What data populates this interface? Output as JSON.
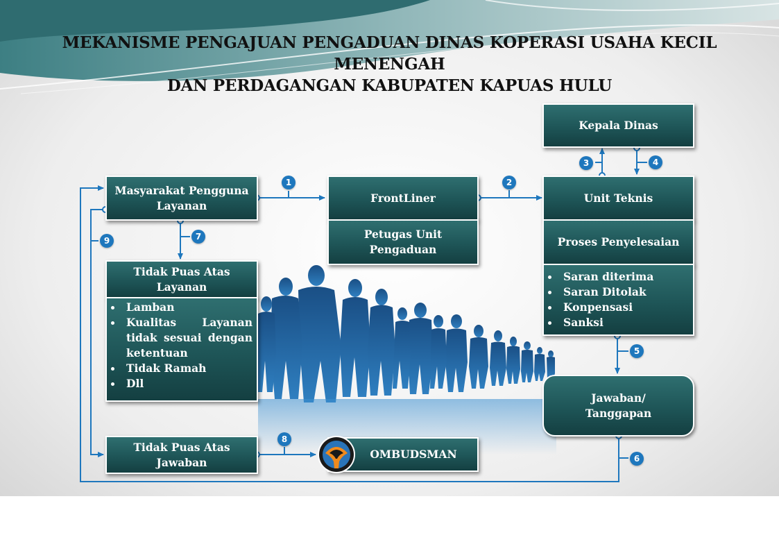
{
  "title": {
    "line1": "MEKANISME PENGAJUAN PENGADUAN DINAS KOPERASI USAHA KECIL MENENGAH",
    "line2": "DAN PERDAGANGAN KABUPATEN KAPUAS HULU"
  },
  "nodes": {
    "masyarakat": "Masyarakat Pengguna Layanan",
    "frontliner": "FrontLiner",
    "petugas": "Petugas Unit Pengaduan",
    "kepala": "Kepala Dinas",
    "unit_teknis": "Unit Teknis",
    "proses": "Proses Penyelesaian",
    "hasil": [
      "Saran diterima",
      "Saran Ditolak",
      "Konpensasi",
      "Sanksi"
    ],
    "tidak_puas_layanan": "Tidak Puas Atas Layanan",
    "alasan": [
      "Lamban",
      "Kualitas Layanan tidak sesuai dengan ketentuan",
      "Tidak Ramah",
      "Dll"
    ],
    "jawaban": "Jawaban/ Tanggapan",
    "tidak_puas_jawaban": "Tidak Puas Atas Jawaban",
    "ombudsman": "OMBUDSMAN"
  },
  "steps": [
    "1",
    "2",
    "3",
    "4",
    "5",
    "6",
    "7",
    "8",
    "9"
  ],
  "colors": {
    "box": "#1e5557",
    "arrow": "#1e77bd",
    "badge": "#1e77bd",
    "silhouette": "#1b5a94"
  },
  "icons": {
    "ombudsman_logo": "ombudsman-logo-icon",
    "crowd": "business-people-silhouette"
  }
}
